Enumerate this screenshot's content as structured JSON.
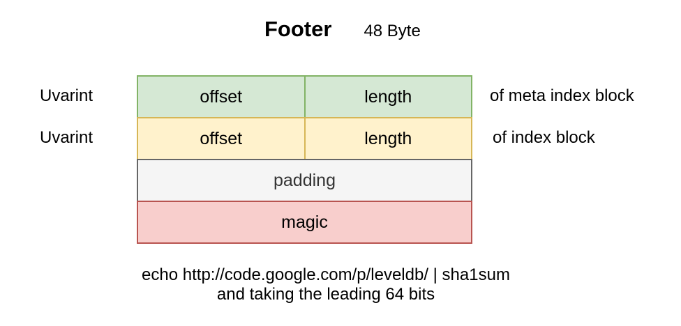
{
  "title": {
    "main": "Footer",
    "byte_size": "48 Byte"
  },
  "diagram": {
    "rows": [
      {
        "id": "meta-index-row",
        "left_label": "Uvarint",
        "cells": [
          "offset",
          "length"
        ],
        "right_label": "of meta index block",
        "fill": "#d5e8d4",
        "border": "#82b366",
        "text": "#000000"
      },
      {
        "id": "index-row",
        "left_label": "Uvarint",
        "cells": [
          "offset",
          "length"
        ],
        "right_label": "of index block",
        "fill": "#fff2cc",
        "border": "#d6b656",
        "text": "#000000"
      },
      {
        "id": "padding-row",
        "cells": [
          "padding"
        ],
        "fill": "#f5f5f5",
        "border": "#666666",
        "text": "#333333"
      },
      {
        "id": "magic-row",
        "cells": [
          "magic"
        ],
        "fill": "#f8cecc",
        "border": "#b85450",
        "text": "#000000"
      }
    ]
  },
  "caption": {
    "line1": "echo http://code.google.com/p/leveldb/ | sha1sum",
    "line2": "and taking the leading 64 bits"
  }
}
